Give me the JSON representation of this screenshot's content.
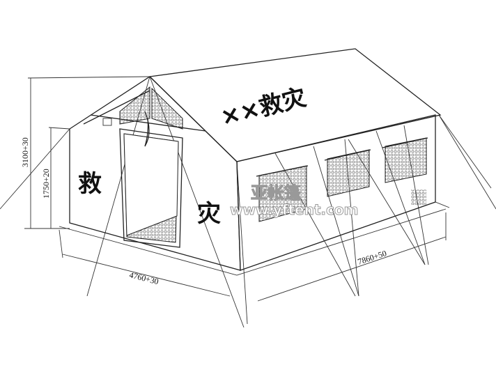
{
  "roof_text": "××救灾",
  "wall_text_front": "救",
  "wall_text_side": "灾",
  "dimensions": {
    "total_height": "3100+30",
    "wall_height": "1750+20",
    "width": "4760+30",
    "length": "7860+50"
  },
  "watermark": {
    "brand": "亚帐篷",
    "url": "www.yftent.com"
  }
}
